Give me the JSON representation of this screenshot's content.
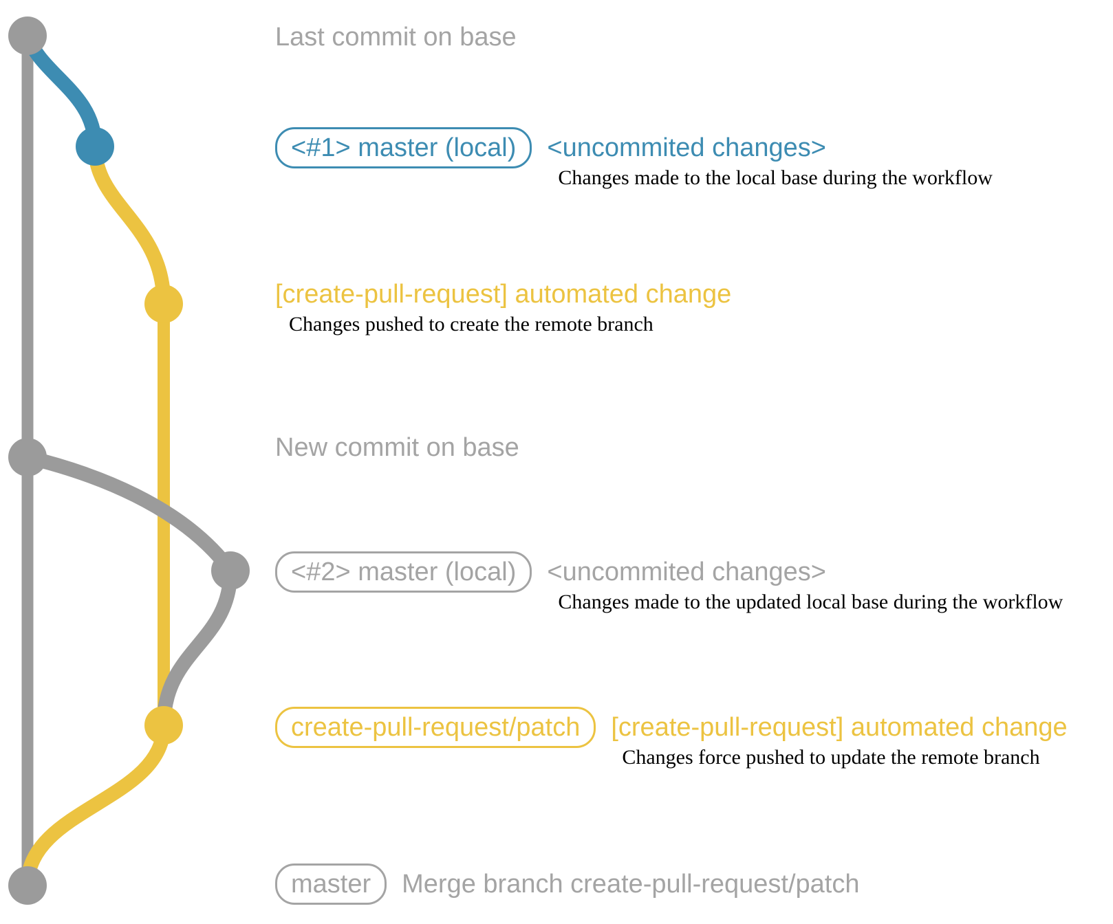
{
  "colors": {
    "gray_line": "#9b9b9b",
    "gray_text": "#a4a4a4",
    "blue": "#3d8cb2",
    "yellow": "#ecc341",
    "note_text": "#000000"
  },
  "annotations": {
    "last_commit": {
      "label": "Last commit on base"
    },
    "commit1": {
      "badge": "<#1> master (local)",
      "message": "<uncommited changes>",
      "note": "Changes made to the local base during the workflow"
    },
    "push1": {
      "message": "[create-pull-request] automated change",
      "note": "Changes pushed to create the remote branch"
    },
    "new_commit": {
      "label": "New commit on base"
    },
    "commit2": {
      "badge": "<#2> master (local)",
      "message": "<uncommited changes>",
      "note": "Changes made to the updated local base during the workflow"
    },
    "push2": {
      "badge": "create-pull-request/patch",
      "message": "[create-pull-request] automated change",
      "note": "Changes force pushed to update the remote branch"
    },
    "merge": {
      "badge": "master",
      "message": "Merge branch create-pull-request/patch"
    }
  }
}
